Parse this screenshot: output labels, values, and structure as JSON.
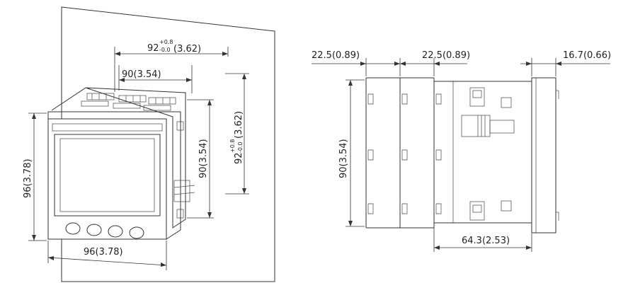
{
  "front_view": {
    "cutout_width": {
      "main": "92",
      "tol_upper": "+0.8",
      "tol_lower": "-0.0",
      "suffix": "(3.62)"
    },
    "cutout_height": {
      "main": "92",
      "tol_upper": "+0.8",
      "tol_lower": "-0.0",
      "suffix": "(3.62)"
    },
    "body_width": "90(3.54)",
    "body_height": "90(3.54)",
    "bezel_height": "96(3.78)",
    "bezel_width": "96(3.78)"
  },
  "side_view": {
    "module_width_left": "22.5(0.89)",
    "module_width_right": "22.5(0.89)",
    "bezel_depth": "16.7(0.66)",
    "body_height": "90(3.54)",
    "body_depth": "64.3(2.53)"
  },
  "colors": {
    "line": "#333333",
    "background": "#ffffff"
  }
}
